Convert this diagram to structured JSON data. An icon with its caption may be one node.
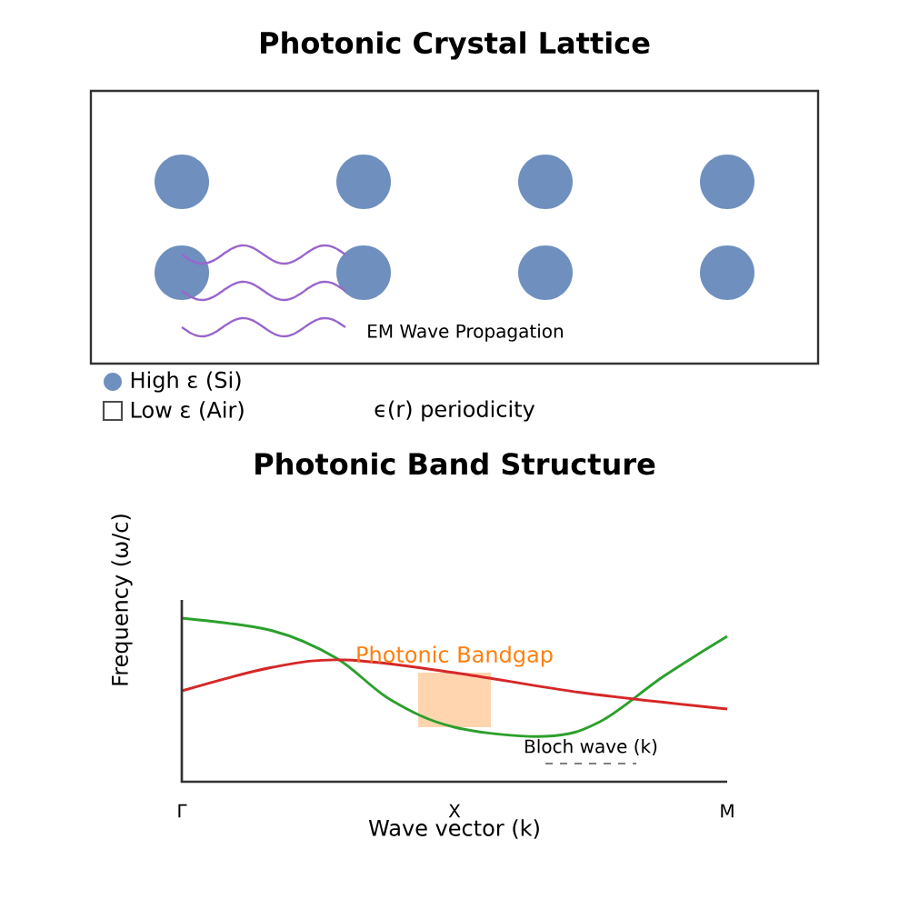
{
  "diagram": {
    "title": "Photonic Crystal Lattice",
    "labels": [
      "EM Wave Propagation",
      "ϵ(r) periodicity",
      "Photonic Band Structure",
      "Frequency (ω/c)",
      "Photonic Bandgap",
      "Bloch wave (k)",
      "Γ",
      "X",
      "M",
      "Wave vector (k)"
    ],
    "legend": [
      {
        "text": "High ε (Si)"
      },
      {
        "text": "Low ε (Air)"
      }
    ]
  }
}
